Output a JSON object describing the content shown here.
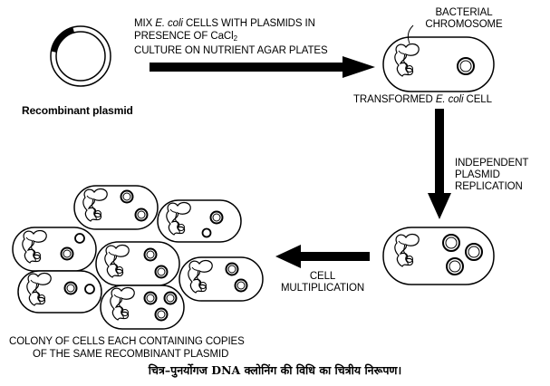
{
  "figure": {
    "plasmid_label": "Recombinant plasmid",
    "step1": {
      "line1_prefix": "MIX ",
      "line1_italic": "E. coli",
      "line1_suffix": " CELLS WITH PLASMIDS IN",
      "line2_prefix": "PRESENCE OF CaCl",
      "line2_sub": "2",
      "line3": "CULTURE ON NUTRIENT AGAR PLATES"
    },
    "chromosome_label": [
      "BACTERIAL",
      "CHROMOSOME"
    ],
    "transformed_label": {
      "prefix": "TRANSFORMED ",
      "italic": "E. coli",
      "suffix": " CELL"
    },
    "step2": [
      "INDEPENDENT",
      "PLASMID",
      "REPLICATION"
    ],
    "step3": [
      "CELL",
      "MULTIPLICATION"
    ],
    "colony_label": [
      "COLONY OF CELLS EACH CONTAINING COPIES",
      "OF THE SAME RECOMBINANT PLASMID"
    ],
    "caption": "चित्र–पुनर्योगज DNA क्लोनिंग की विधि का चित्रीय निरूपण।"
  },
  "cells": {
    "transformed_plasmid_count": 1,
    "replicated_plasmid_count": 3,
    "colony_cell_count": 7
  },
  "colors": {
    "ink": "#000000",
    "background": "#ffffff"
  }
}
